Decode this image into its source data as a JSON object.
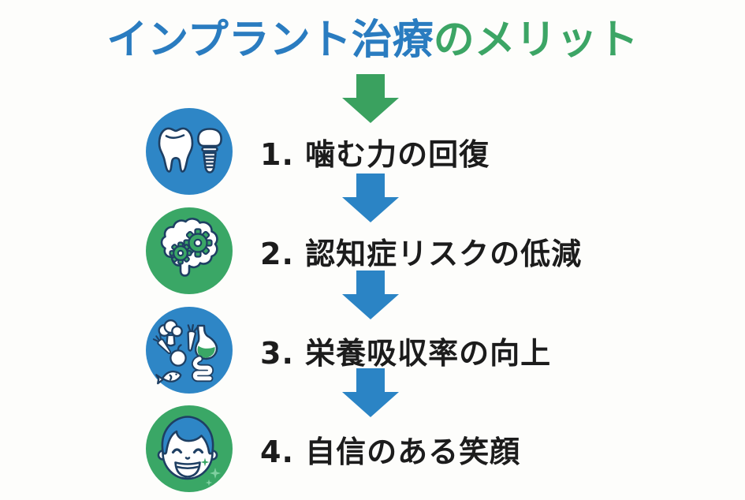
{
  "title": {
    "part_blue": "インプラント治療",
    "part_green": "のメリット"
  },
  "items": [
    {
      "label": "1. 噛む力の回復",
      "icon": "tooth-and-implant-icon",
      "circle": "blue"
    },
    {
      "label": "2. 認知症リスクの低減",
      "icon": "brain-with-gears-icon",
      "circle": "green"
    },
    {
      "label": "3. 栄養吸収率の向上",
      "icon": "nutrition-and-digestion-icon",
      "circle": "blue"
    },
    {
      "label": "4. 自信のある笑顔",
      "icon": "smiling-face-icon",
      "circle": "green"
    }
  ],
  "arrows": {
    "title_arrow_color": "#3aa15f",
    "between_arrow_color": "#2b84c5",
    "direction": "down",
    "count": 4
  },
  "colors": {
    "title_blue": "#2a7cc0",
    "title_green": "#3ca565",
    "circle_blue": "#2e86c6",
    "circle_green": "#3aa766",
    "arrow_blue": "#2b84c5",
    "arrow_green": "#3aa15f",
    "sparkle_green": "#7fd0a0",
    "text": "#1c1c1c",
    "outline": "#1e3f63",
    "bg": "#fdfdfb"
  }
}
